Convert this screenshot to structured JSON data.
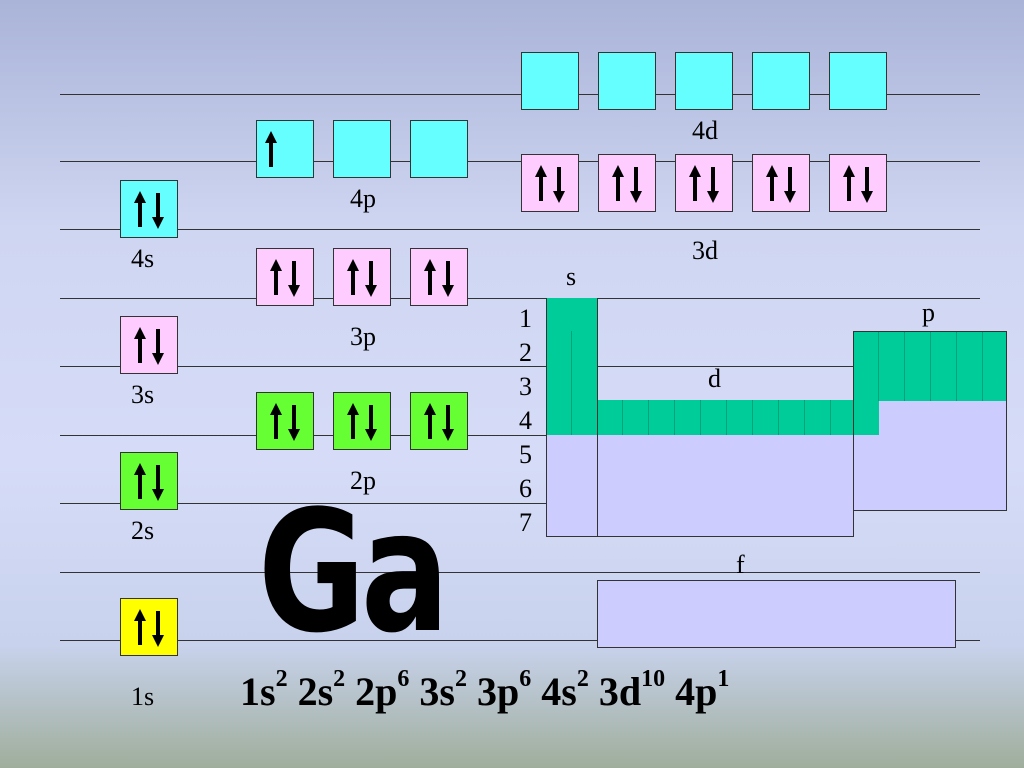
{
  "element_symbol": "Ga",
  "orbital_labels": {
    "s1": "1s",
    "s2": "2s",
    "s3": "3s",
    "s4": "4s",
    "p2": "2p",
    "p3": "3p",
    "p4": "4p",
    "d3": "3d",
    "d4": "4d"
  },
  "block_labels": {
    "s": "s",
    "p": "p",
    "d": "d",
    "f": "f"
  },
  "period_numbers": [
    "1",
    "2",
    "3",
    "4",
    "5",
    "6",
    "7"
  ],
  "electron_configuration": [
    {
      "orbital": "1s",
      "electrons": "2"
    },
    {
      "orbital": "2s",
      "electrons": "2"
    },
    {
      "orbital": "2p",
      "electrons": "6"
    },
    {
      "orbital": "3s",
      "electrons": "2"
    },
    {
      "orbital": "3p",
      "electrons": "6"
    },
    {
      "orbital": "4s",
      "electrons": "2"
    },
    {
      "orbital": "3d",
      "electrons": "10"
    },
    {
      "orbital": "4p",
      "electrons": "1"
    }
  ],
  "orbital_occupancy": {
    "1s": [
      "paired"
    ],
    "2s": [
      "paired"
    ],
    "2p": [
      "paired",
      "paired",
      "paired"
    ],
    "3s": [
      "paired"
    ],
    "3p": [
      "paired",
      "paired",
      "paired"
    ],
    "4s": [
      "paired"
    ],
    "3d": [
      "paired",
      "paired",
      "paired",
      "paired",
      "paired"
    ],
    "4p": [
      "up",
      "empty",
      "empty"
    ],
    "4d": [
      "empty",
      "empty",
      "empty",
      "empty",
      "empty"
    ]
  },
  "colors": {
    "cyan": "#66ffff",
    "pink": "#ffccff",
    "green": "#66ff33",
    "yellow": "#ffff00",
    "block_fill": "#00cc99",
    "block_empty": "#ccccff"
  }
}
